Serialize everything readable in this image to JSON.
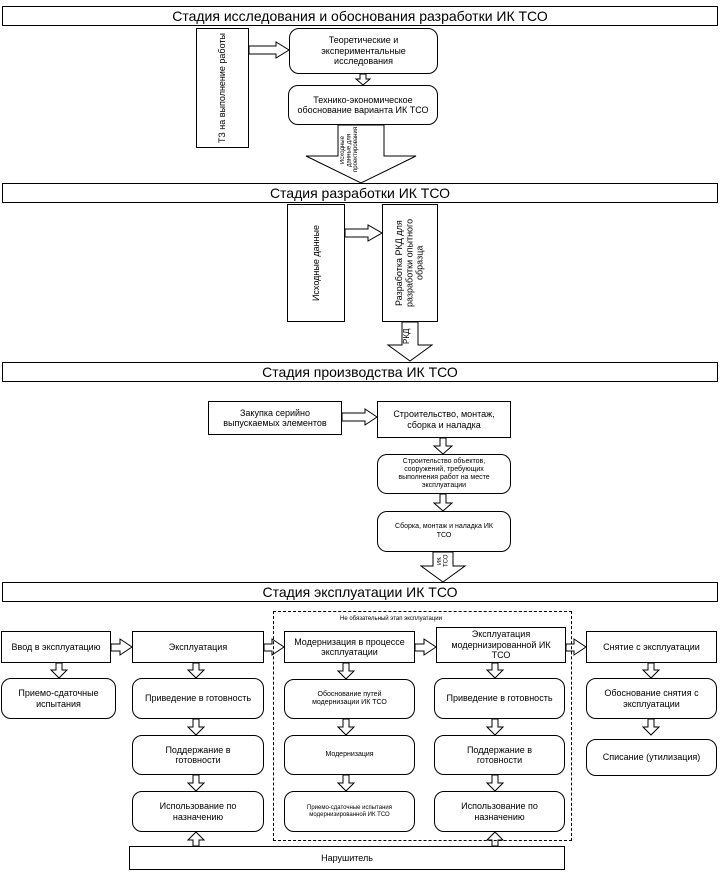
{
  "stages": {
    "research": "Стадия исследования и обоснования разработки ИК ТСО",
    "development": "Стадия разработки ИК ТСО",
    "production": "Стадия производства ИК ТСО",
    "operation": "Стадия эксплуатации ИК ТСО"
  },
  "research": {
    "tz": "ТЗ на выполнение работы",
    "theory": "Теоретические и экспериментальные исследования",
    "feasibility": "Технико-экономическое обоснование варианта ИК ТСО",
    "arrow_label": "Исходные данные для проектирования"
  },
  "development": {
    "input": "Исходные данные",
    "rkd": "Разработка РКД для разработки опытного образца",
    "arrow_label": "РКД"
  },
  "production": {
    "purchase": "Закупка серийно выпускаемых элементов",
    "construction": "Строительство, монтаж, сборка и наладка",
    "objects": "Строительство объектов, сооружений, требующих выполнения работ на месте эксплуатации",
    "assembly": "Сборка, монтаж и наладка ИК ТСО",
    "arrow_label": "ИК ТСО"
  },
  "operation": {
    "optional_label": "Не обязательный этап эксплуатации",
    "commissioning": "Ввод  в эксплуатацию",
    "acceptance": "Приемо-сдаточные испытания",
    "exploitation": "Эксплуатация",
    "readiness": "Приведение в готовность",
    "maintain": "Поддержание в готовности",
    "usage": "Использование по назначению",
    "modernization_process": "Модернизация в процессе эксплуатации",
    "mod_justification": "Обоснование путей модернизации  ИК ТСО",
    "modernization": "Модернизация",
    "mod_acceptance": "Приемо-сдаточные испытания модернизированной  ИК ТСО",
    "mod_exploitation": "Эксплуатация модернизированной ИК ТСО",
    "mod_readiness": "Приведение в готовность",
    "mod_maintain": "Поддержание в готовности",
    "mod_usage": "Использование по назначению",
    "decommission": "Снятие с эксплуатации",
    "decommission_justification": "Обоснование снятия с эксплуатации",
    "disposal": "Списание (утилизация)",
    "intruder": "Нарушитель"
  }
}
